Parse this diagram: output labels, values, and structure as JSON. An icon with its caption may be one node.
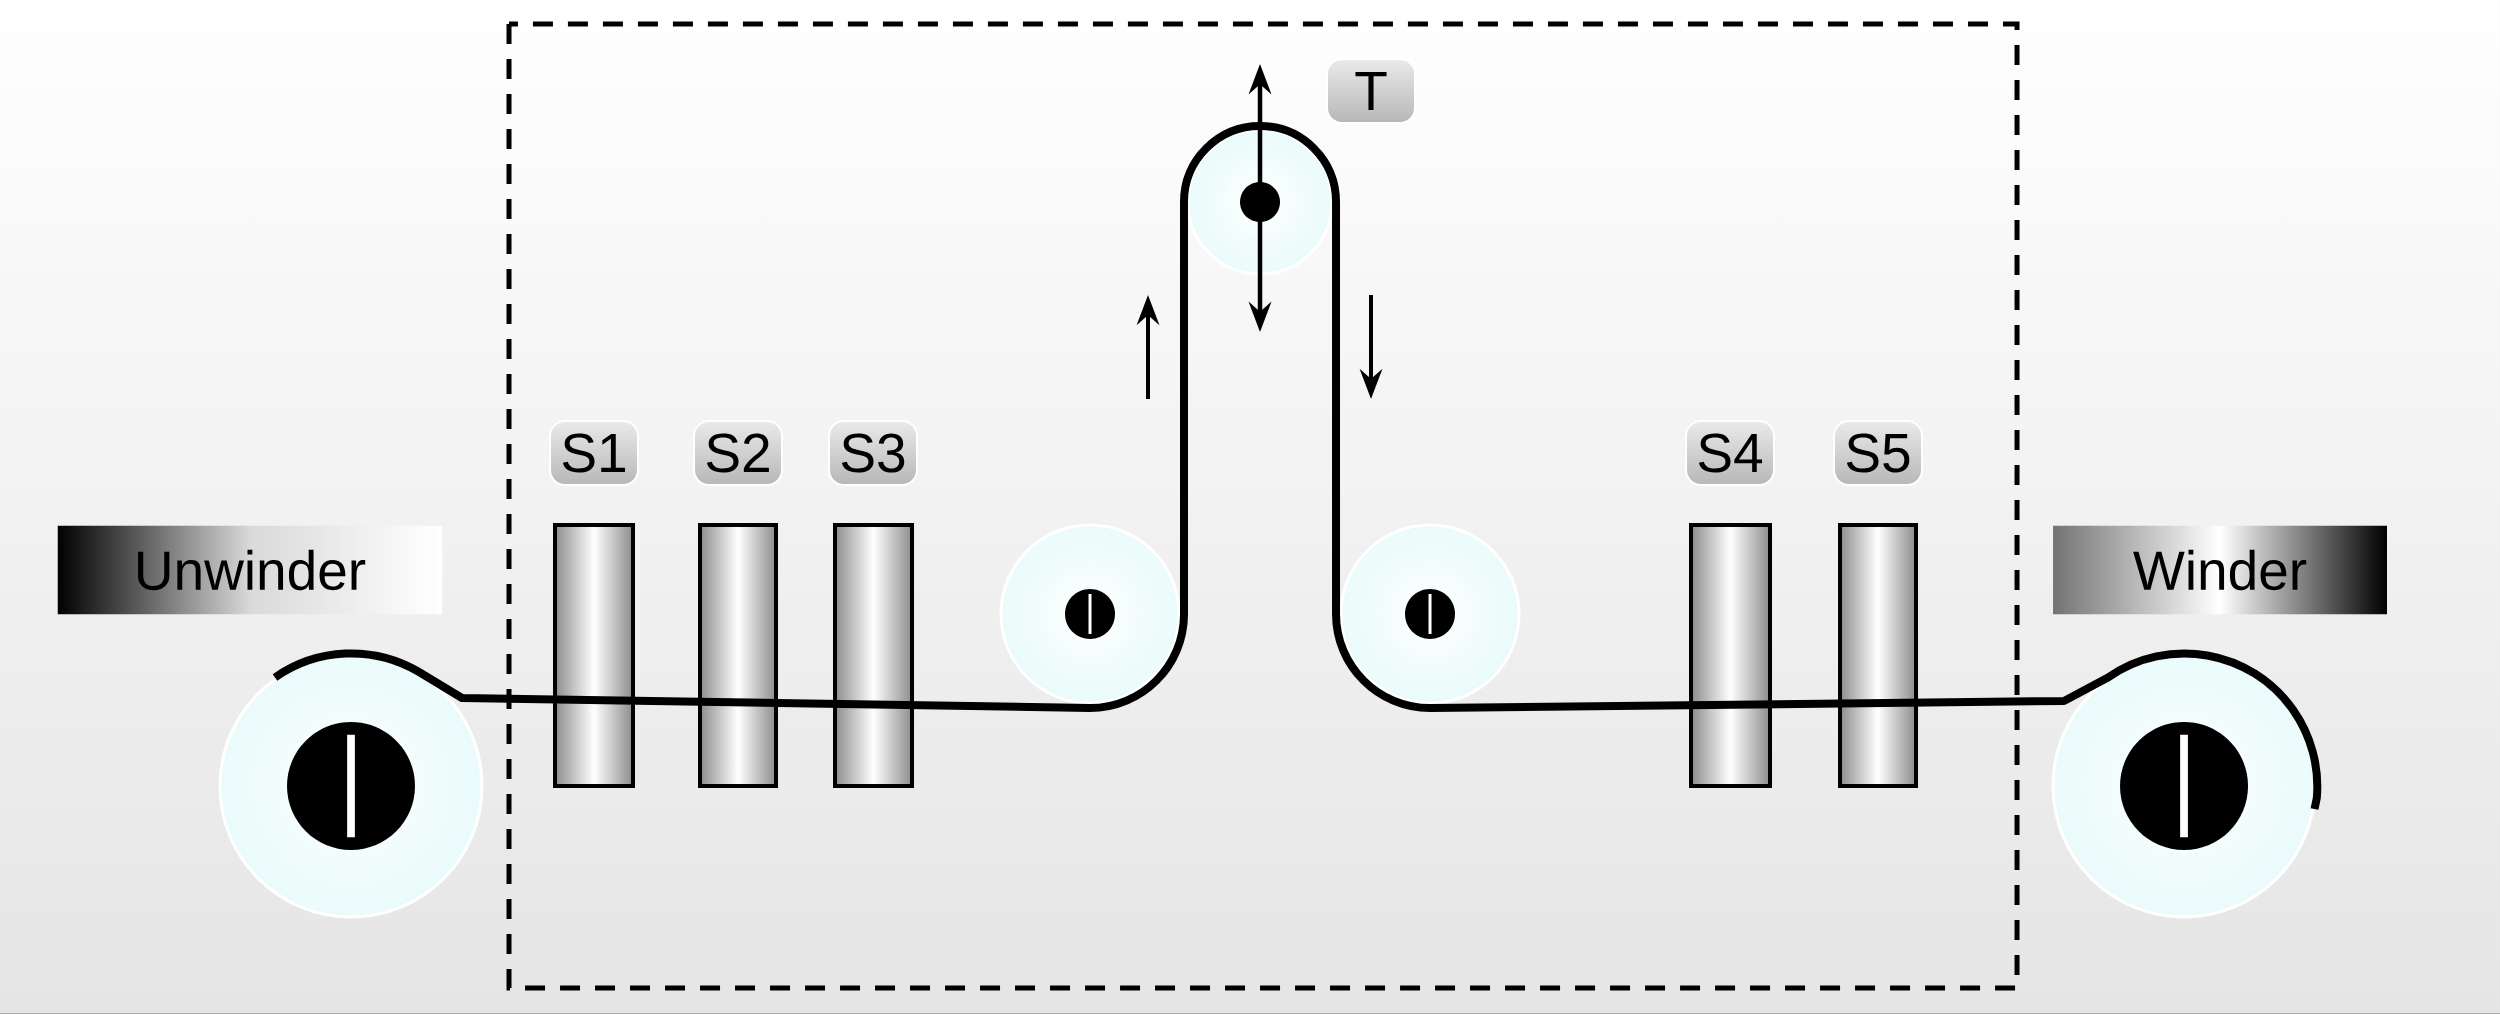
{
  "diagram": {
    "nodes": [
      {
        "text": [
          "T"
        ]
      },
      {
        "text": [
          "S1"
        ]
      },
      {
        "text": [
          "S2"
        ]
      },
      {
        "text": [
          "S3"
        ]
      },
      {
        "text": [
          "S4"
        ]
      },
      {
        "text": [
          "S5"
        ]
      },
      {
        "text": [
          "Unwinder"
        ]
      },
      {
        "text": [
          "Winder"
        ]
      },
      {
        "text": [],
        "shape": "circle"
      },
      {
        "text": [],
        "shape": "circle"
      }
    ],
    "edges": [
      {
        "from": 8,
        "to": 9,
        "arrow": "none"
      }
    ]
  }
}
